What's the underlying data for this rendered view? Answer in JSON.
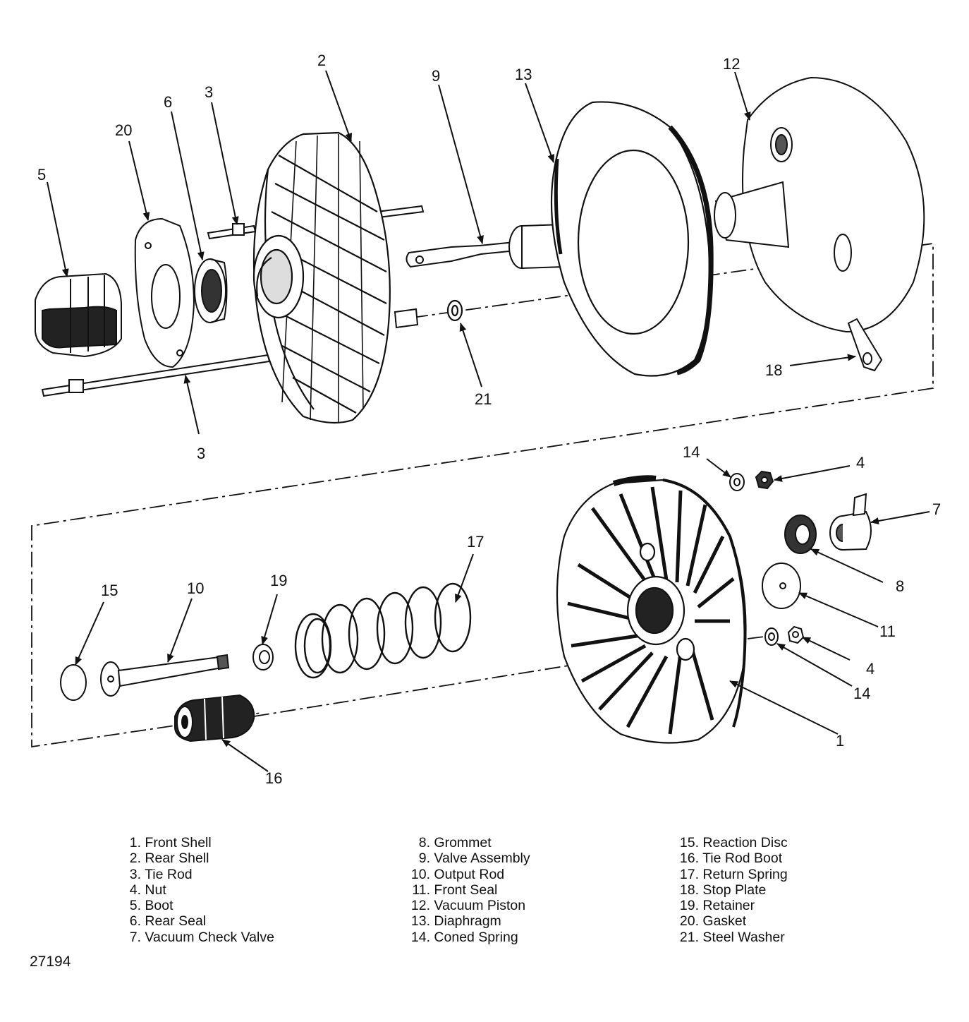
{
  "callouts": {
    "c1": "1",
    "c2": "2",
    "c3a": "3",
    "c3b": "3",
    "c4a": "4",
    "c4b": "4",
    "c5": "5",
    "c6": "6",
    "c7": "7",
    "c8": "8",
    "c9": "9",
    "c10": "10",
    "c11": "11",
    "c12": "12",
    "c13": "13",
    "c14a": "14",
    "c14b": "14",
    "c15": "15",
    "c16": "16",
    "c17": "17",
    "c18": "18",
    "c19": "19",
    "c20": "20",
    "c21": "21"
  },
  "legend": {
    "col1": [
      {
        "num": "1.",
        "label": "Front Shell"
      },
      {
        "num": "2.",
        "label": "Rear Shell"
      },
      {
        "num": "3.",
        "label": "Tie Rod"
      },
      {
        "num": "4.",
        "label": "Nut"
      },
      {
        "num": "5.",
        "label": "Boot"
      },
      {
        "num": "6.",
        "label": "Rear Seal"
      },
      {
        "num": "7.",
        "label": "Vacuum Check Valve"
      }
    ],
    "col2": [
      {
        "num": "8.",
        "label": "Grommet"
      },
      {
        "num": "9.",
        "label": "Valve Assembly"
      },
      {
        "num": "10.",
        "label": "Output Rod"
      },
      {
        "num": "11.",
        "label": "Front Seal"
      },
      {
        "num": "12.",
        "label": "Vacuum Piston"
      },
      {
        "num": "13.",
        "label": "Diaphragm"
      },
      {
        "num": "14.",
        "label": "Coned Spring"
      }
    ],
    "col3": [
      {
        "num": "15.",
        "label": "Reaction Disc"
      },
      {
        "num": "16.",
        "label": "Tie Rod Boot"
      },
      {
        "num": "17.",
        "label": "Return Spring"
      },
      {
        "num": "18.",
        "label": "Stop Plate"
      },
      {
        "num": "19.",
        "label": "Retainer"
      },
      {
        "num": "20.",
        "label": "Gasket"
      },
      {
        "num": "21.",
        "label": "Steel Washer"
      }
    ]
  },
  "figure_id": "27194"
}
